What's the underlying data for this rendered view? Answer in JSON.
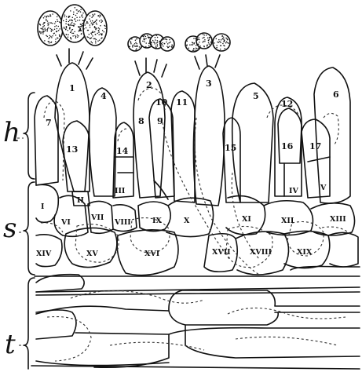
{
  "figure": {
    "zone_labels": {
      "h": "h",
      "s": "s",
      "t": "t"
    },
    "basidia_numbers": [
      "1",
      "2",
      "3",
      "4",
      "5",
      "6",
      "7",
      "8",
      "9",
      "10",
      "11",
      "12",
      "13",
      "14",
      "15",
      "16",
      "17"
    ],
    "subhymenial_numerals": [
      "I",
      "II",
      "III",
      "IV",
      "V",
      "VI",
      "VII",
      "VIII",
      "IX",
      "X",
      "XI",
      "XII",
      "XIII",
      "XIV",
      "XV",
      "XVI",
      "XVII",
      "XVIII",
      "XIX"
    ]
  }
}
